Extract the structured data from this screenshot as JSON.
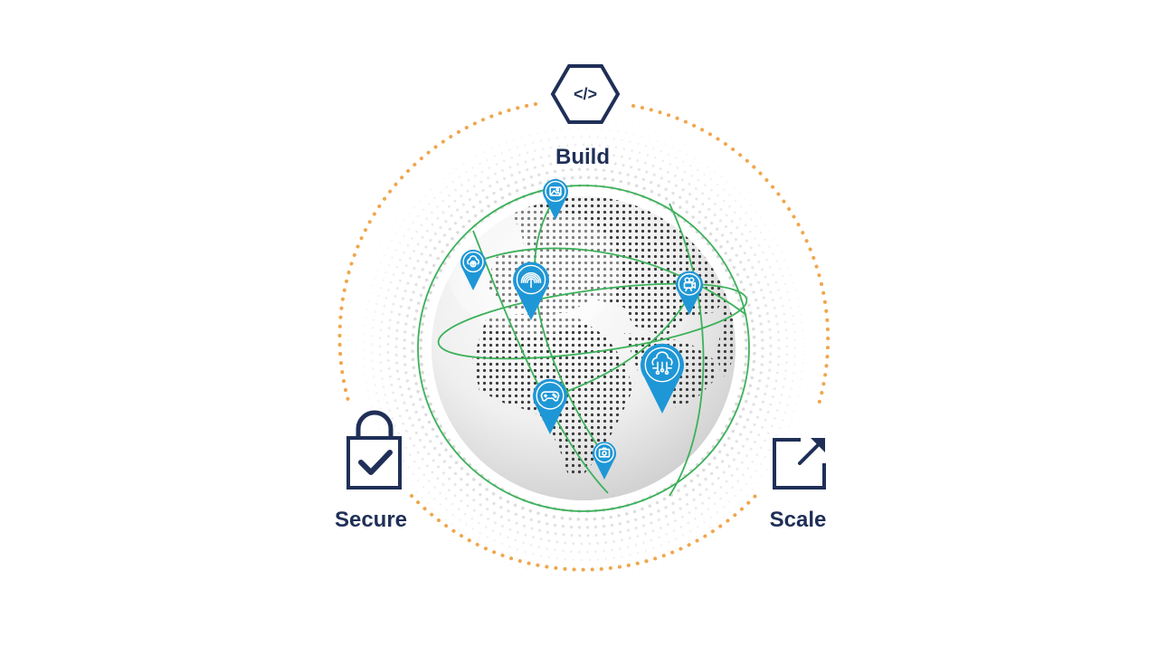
{
  "labels": {
    "build": "Build",
    "secure": "Secure",
    "scale": "Scale"
  },
  "colors": {
    "navy": "#1f2f57",
    "orange": "#f0a64c",
    "green": "#3cb15a",
    "pin_blue": "#1f97d6",
    "dots": "#c9c9c9",
    "globe_light": "#ffffff",
    "globe_shadow": "#c9c9c9",
    "land_dots": "#3a3a3a"
  },
  "pins": [
    {
      "icon": "image-icon"
    },
    {
      "icon": "cloud-upload-icon"
    },
    {
      "icon": "fingerprint-icon"
    },
    {
      "icon": "video-camera-icon"
    },
    {
      "icon": "cloud-network-icon"
    },
    {
      "icon": "gamepad-icon"
    },
    {
      "icon": "screenshot-camera-icon"
    }
  ],
  "icons": {
    "build": "code-hexagon-icon",
    "secure": "padlock-check-icon",
    "scale": "expand-arrow-icon"
  }
}
